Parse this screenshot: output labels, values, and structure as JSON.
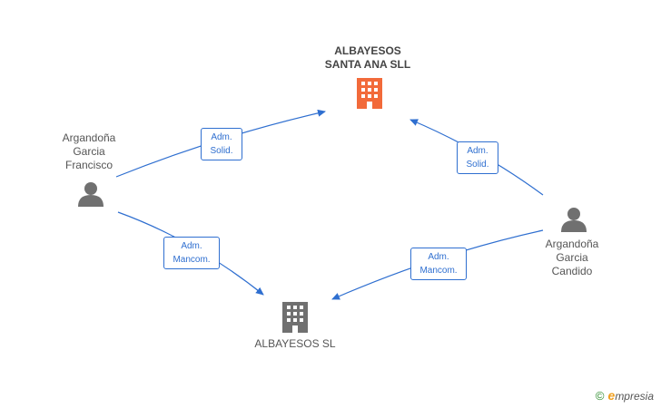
{
  "nodes": {
    "main_company": {
      "name_line1": "ALBAYESOS",
      "name_line2": "SANTA ANA SLL",
      "icon": "building-icon",
      "color": "#f26a3a"
    },
    "company2": {
      "name": "ALBAYESOS SL",
      "icon": "building-icon",
      "color": "#707070"
    },
    "person1": {
      "line1": "Argandoña",
      "line2": "Garcia",
      "line3": "Francisco",
      "icon": "person-icon"
    },
    "person2": {
      "line1": "Argandoña",
      "line2": "Garcia",
      "line3": "Candido",
      "icon": "person-icon"
    }
  },
  "edges": {
    "e1": {
      "line1": "Adm.",
      "line2": "Solid."
    },
    "e2": {
      "line1": "Adm.",
      "line2": "Mancom."
    },
    "e3": {
      "line1": "Adm.",
      "line2": "Solid."
    },
    "e4": {
      "line1": "Adm.",
      "line2": "Mancom."
    }
  },
  "colors": {
    "edge": "#2f6fd0",
    "person": "#707070"
  },
  "footer": {
    "copyright": "©",
    "brand_initial": "e",
    "brand_rest": "mpresia"
  }
}
